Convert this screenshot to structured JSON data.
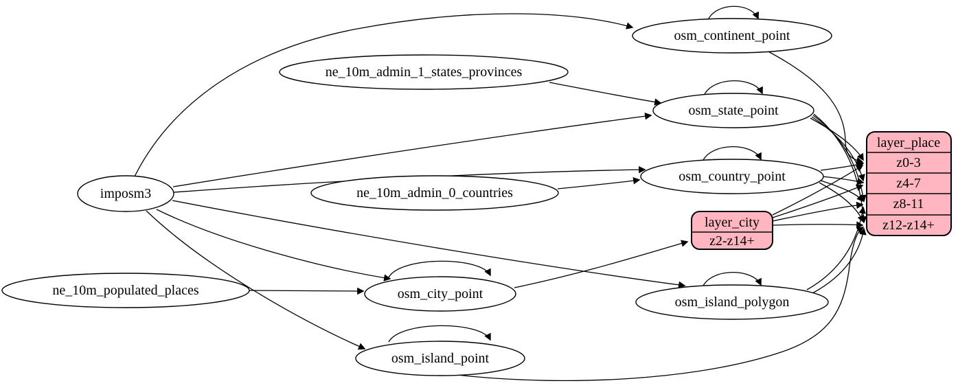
{
  "diagram": {
    "type": "graphviz-etl-flow",
    "colors": {
      "record_fill": "#ffb6c1",
      "node_fill": "#ffffff",
      "edge": "#000000",
      "background": "#ffffff"
    },
    "nodes": {
      "imposm3": {
        "label": "imposm3"
      },
      "ne_10m_admin_1_states_provinces": {
        "label": "ne_10m_admin_1_states_provinces"
      },
      "ne_10m_admin_0_countries": {
        "label": "ne_10m_admin_0_countries"
      },
      "ne_10m_populated_places": {
        "label": "ne_10m_populated_places"
      },
      "osm_continent_point": {
        "label": "osm_continent_point"
      },
      "osm_state_point": {
        "label": "osm_state_point"
      },
      "osm_country_point": {
        "label": "osm_country_point"
      },
      "osm_city_point": {
        "label": "osm_city_point"
      },
      "osm_island_polygon": {
        "label": "osm_island_polygon"
      },
      "osm_island_point": {
        "label": "osm_island_point"
      }
    },
    "records": {
      "layer_city": {
        "title": "layer_city",
        "rows": [
          "z2-z14+"
        ]
      },
      "layer_place": {
        "title": "layer_place",
        "rows": [
          "z0-3",
          "z4-7",
          "z8-11",
          "z12-z14+"
        ]
      }
    },
    "edges": [
      {
        "from": "imposm3",
        "to": "osm_continent_point"
      },
      {
        "from": "imposm3",
        "to": "osm_state_point"
      },
      {
        "from": "imposm3",
        "to": "osm_country_point"
      },
      {
        "from": "imposm3",
        "to": "osm_city_point"
      },
      {
        "from": "imposm3",
        "to": "osm_island_polygon"
      },
      {
        "from": "imposm3",
        "to": "osm_island_point"
      },
      {
        "from": "ne_10m_admin_1_states_provinces",
        "to": "osm_state_point"
      },
      {
        "from": "ne_10m_admin_0_countries",
        "to": "osm_country_point"
      },
      {
        "from": "ne_10m_populated_places",
        "to": "osm_city_point"
      },
      {
        "from": "osm_continent_point",
        "to": "osm_continent_point"
      },
      {
        "from": "osm_state_point",
        "to": "osm_state_point"
      },
      {
        "from": "osm_country_point",
        "to": "osm_country_point"
      },
      {
        "from": "osm_city_point",
        "to": "osm_city_point"
      },
      {
        "from": "osm_island_polygon",
        "to": "osm_island_polygon"
      },
      {
        "from": "osm_island_point",
        "to": "osm_island_point"
      },
      {
        "from": "osm_continent_point",
        "to": "layer_place:z0-3"
      },
      {
        "from": "osm_state_point",
        "to": "layer_place:z0-3"
      },
      {
        "from": "osm_state_point",
        "to": "layer_place:z4-7"
      },
      {
        "from": "osm_state_point",
        "to": "layer_place:z8-11"
      },
      {
        "from": "osm_state_point",
        "to": "layer_place:z12-z14+"
      },
      {
        "from": "osm_country_point",
        "to": "layer_place:z0-3"
      },
      {
        "from": "osm_country_point",
        "to": "layer_place:z4-7"
      },
      {
        "from": "osm_country_point",
        "to": "layer_place:z8-11"
      },
      {
        "from": "osm_country_point",
        "to": "layer_place:z12-z14+"
      },
      {
        "from": "osm_city_point",
        "to": "layer_city:z2-z14+"
      },
      {
        "from": "layer_city:z2-z14+",
        "to": "layer_place:z0-3"
      },
      {
        "from": "layer_city:z2-z14+",
        "to": "layer_place:z4-7"
      },
      {
        "from": "layer_city:z2-z14+",
        "to": "layer_place:z8-11"
      },
      {
        "from": "layer_city:z2-z14+",
        "to": "layer_place:z12-z14+"
      },
      {
        "from": "osm_island_polygon",
        "to": "layer_place:z8-11"
      },
      {
        "from": "osm_island_polygon",
        "to": "layer_place:z12-z14+"
      },
      {
        "from": "osm_island_point",
        "to": "layer_place:z12-z14+"
      }
    ]
  }
}
